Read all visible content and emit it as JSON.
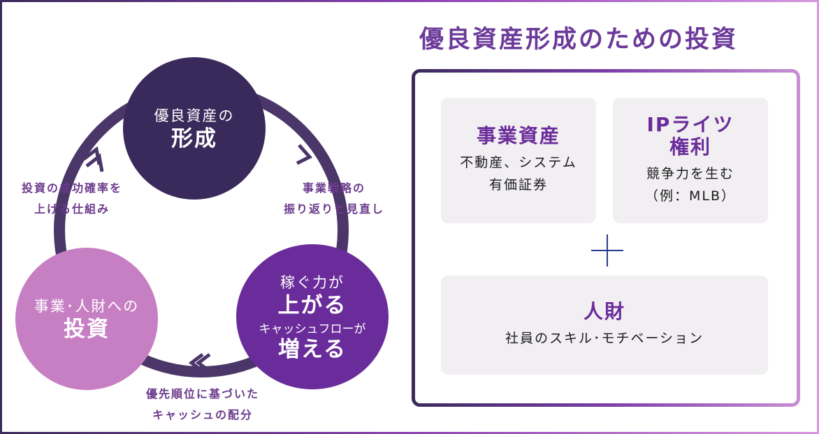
{
  "title": "優良資産形成のための投資",
  "cycle": {
    "top": {
      "line1": "優良資産の",
      "line2": "形成"
    },
    "right": {
      "line1": "稼ぐ力が",
      "line2": "上がる",
      "line3": "キャッシュフローが",
      "line4": "増える"
    },
    "left": {
      "line1": "事業･人財への",
      "line2": "投資"
    },
    "label_right": {
      "line1": "事業戦略の",
      "line2": "振り返りと見直し"
    },
    "label_bottom": {
      "line1": "優先順位に基づいた",
      "line2": "キャッシュの配分"
    },
    "label_left": {
      "line1": "投資の成功確率を",
      "line2": "上げる仕組み"
    }
  },
  "cards": {
    "business_assets": {
      "title": "事業資産",
      "body1": "不動産、システム",
      "body2": "有価証券"
    },
    "ip_rights": {
      "title1": "IPライツ",
      "title2": "権利",
      "body1": "競争力を生む",
      "body2": "（例：MLB）"
    },
    "human": {
      "title": "人財",
      "body": "社員のスキル･モチベーション"
    }
  },
  "colors": {
    "dark_purple": "#3a2a5c",
    "purple": "#6a2c9a",
    "pink": "#c77fc4",
    "ring": "#4a3668",
    "card_bg": "#f2eff3"
  }
}
